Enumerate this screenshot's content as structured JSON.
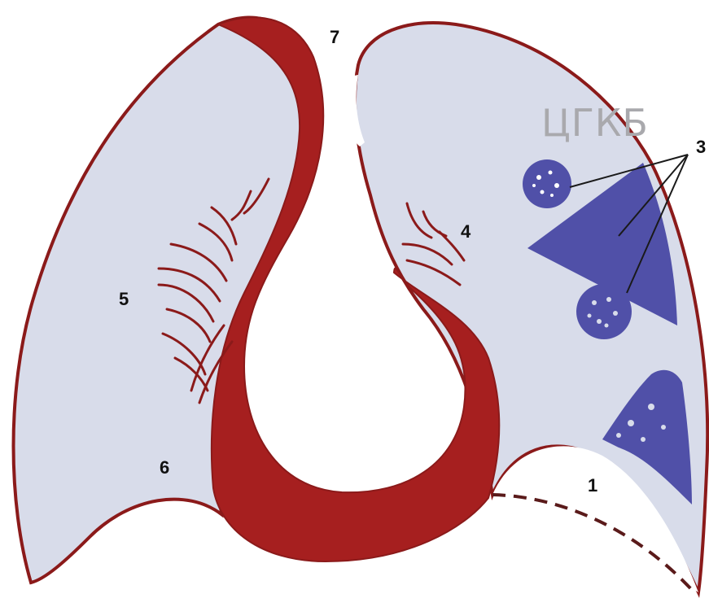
{
  "diagram": {
    "labels": {
      "l1": "1",
      "l3": "3",
      "l4": "4",
      "l5": "5",
      "l6": "6",
      "l7": "7"
    },
    "watermark": "ЦГКБ"
  },
  "colors": {
    "lung_fill": "#d8dcea",
    "outline": "#8b1a1a",
    "heart_wall": "#a61f1f",
    "lesion": "#5050a8",
    "background": "#ffffff"
  }
}
